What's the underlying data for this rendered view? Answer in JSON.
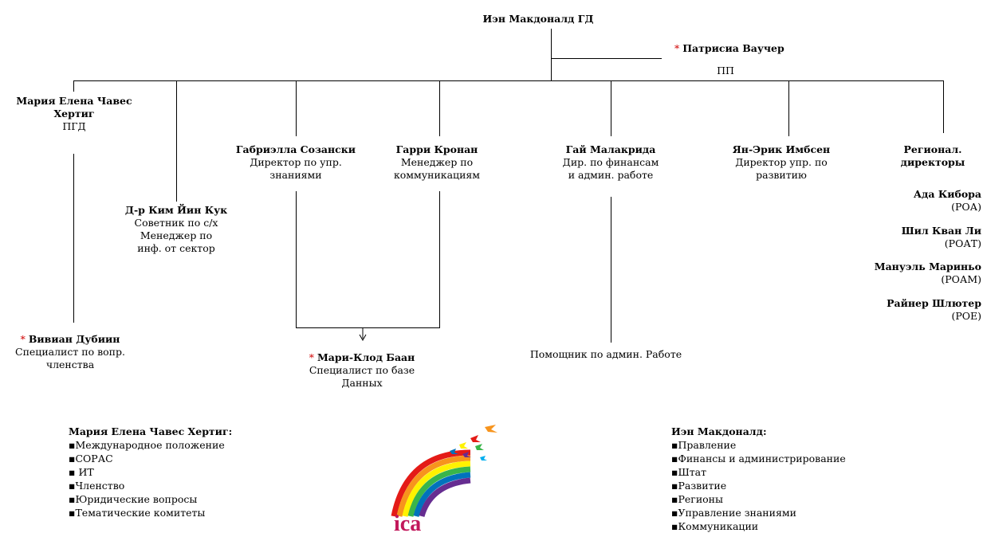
{
  "top": {
    "name": "Иэн Макдоналд ГД"
  },
  "deputy": {
    "name": "Патрисиа Вaучер",
    "title": "ПП",
    "marked": "*"
  },
  "nodes": {
    "maria": {
      "name_l1": "Мария Елена Чавес",
      "name_l2": "Хертиг",
      "title": "ПГД"
    },
    "kim": {
      "name": "Д-р Ким Йин Кук",
      "l1": "Советник по с/х",
      "l2": "Менеджер по",
      "l3": "инф. от сектор"
    },
    "gabriella": {
      "name": "Габриэлла Созански",
      "l1": "Директор по упр.",
      "l2": "знаниями"
    },
    "garry": {
      "name": "Гарри Кронан",
      "l1": "Менеджер по",
      "l2": "коммуникациям"
    },
    "guy": {
      "name": "Гай Малакрида",
      "l1": "Дир. по финансам",
      "l2": "и админ. работе"
    },
    "yan": {
      "name": "Ян-Эрик Имбсен",
      "l1": "Директор упр. по",
      "l2": "развитию"
    },
    "regional": {
      "title_l1": "Регионал.",
      "title_l2": "директоры",
      "people": [
        {
          "name": "Ада Кибора",
          "code": "(РОА)"
        },
        {
          "name": "Шил Кван Ли",
          "code": "(РОАТ)"
        },
        {
          "name": "Мануэль Мариньо",
          "code": "(РОАМ)"
        },
        {
          "name": "Райнер Шлютер",
          "code": "(РОЕ)"
        }
      ]
    },
    "vivian": {
      "marked": "*",
      "name": "Вивиан Дубиин",
      "l1": "Специалист по вопр.",
      "l2": "членства"
    },
    "marie": {
      "marked": "*",
      "name": "Мари-Клод Баан",
      "l1": "Специалист по базе",
      "l2": "Данных"
    },
    "assistant": {
      "title": "Помощник по админ. Работе"
    }
  },
  "legend_left": {
    "heading": "Мария Елена Чавес Хертиг:",
    "items": [
      "▪Международное положение",
      "▪СОРАС",
      "▪ ИТ",
      "▪Членство",
      "▪Юридические вопросы",
      "▪Тематические комитеты"
    ]
  },
  "legend_right": {
    "heading": "Иэн Макдоналд:",
    "items": [
      "▪Правление",
      "▪Финансы и администрирование",
      "▪Штат",
      "▪Развитие",
      "▪Регионы",
      "▪Управление знаниями",
      "▪Коммуникации"
    ]
  },
  "logo": {
    "text": "ica"
  },
  "colors": {
    "asterisk": "#d00000",
    "line": "#000000"
  }
}
